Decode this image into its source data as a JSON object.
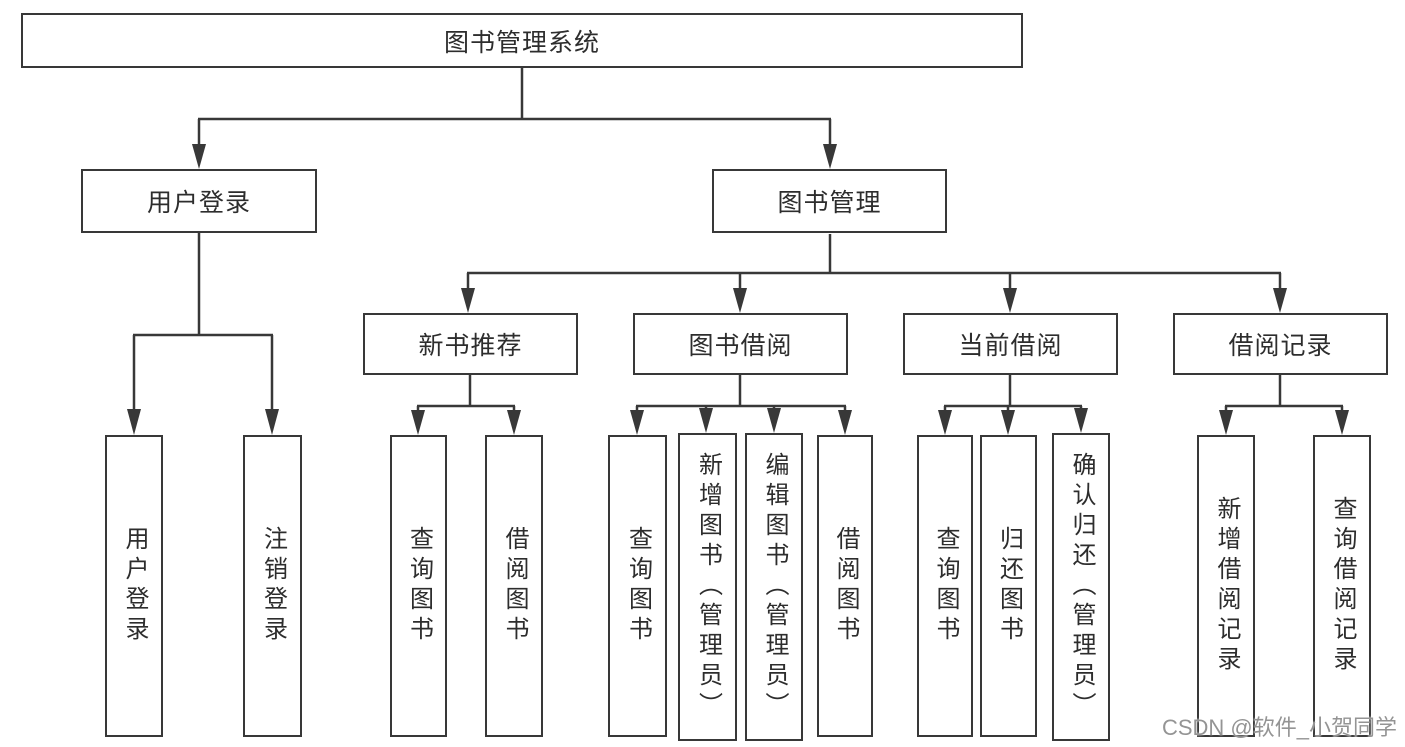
{
  "tree": {
    "label": "图书管理系统",
    "children": [
      {
        "label": "用户登录",
        "children": [
          {
            "label": "用户登录"
          },
          {
            "label": "注销登录"
          }
        ]
      },
      {
        "label": "图书管理",
        "children": [
          {
            "label": "新书推荐",
            "children": [
              {
                "label": "查询图书"
              },
              {
                "label": "借阅图书"
              }
            ]
          },
          {
            "label": "图书借阅",
            "children": [
              {
                "label": "查询图书"
              },
              {
                "label": "新增图书（管理员）"
              },
              {
                "label": "编辑图书（管理员）"
              },
              {
                "label": "借阅图书"
              }
            ]
          },
          {
            "label": "当前借阅",
            "children": [
              {
                "label": "查询图书"
              },
              {
                "label": "归还图书"
              },
              {
                "label": "确认归还（管理员）"
              }
            ]
          },
          {
            "label": "借阅记录",
            "children": [
              {
                "label": "新增借阅记录"
              },
              {
                "label": "查询借阅记录"
              }
            ]
          }
        ]
      }
    ]
  },
  "watermark": {
    "text": "CSDN @软件_小贺同学"
  },
  "colors": {
    "line": "#383838",
    "text": "#2d2d2d",
    "watermark": "#949494",
    "background": "#ffffff"
  }
}
